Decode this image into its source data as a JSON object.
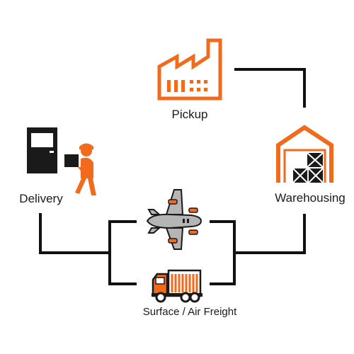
{
  "diagram": {
    "nodes": {
      "pickup": {
        "label": "Pickup",
        "icon": "factory-icon"
      },
      "warehousing": {
        "label": "Warehousing",
        "icon": "warehouse-icon"
      },
      "delivery": {
        "label": "Delivery",
        "icon": "delivery-person-icon"
      },
      "freight": {
        "label": "Surface / Air Freight",
        "icons": [
          "airplane-icon",
          "truck-icon"
        ]
      }
    },
    "colors": {
      "accent": "#F26B1D",
      "line": "#111111",
      "gray": "#B5B5B5",
      "dark": "#1a1a1a"
    }
  }
}
